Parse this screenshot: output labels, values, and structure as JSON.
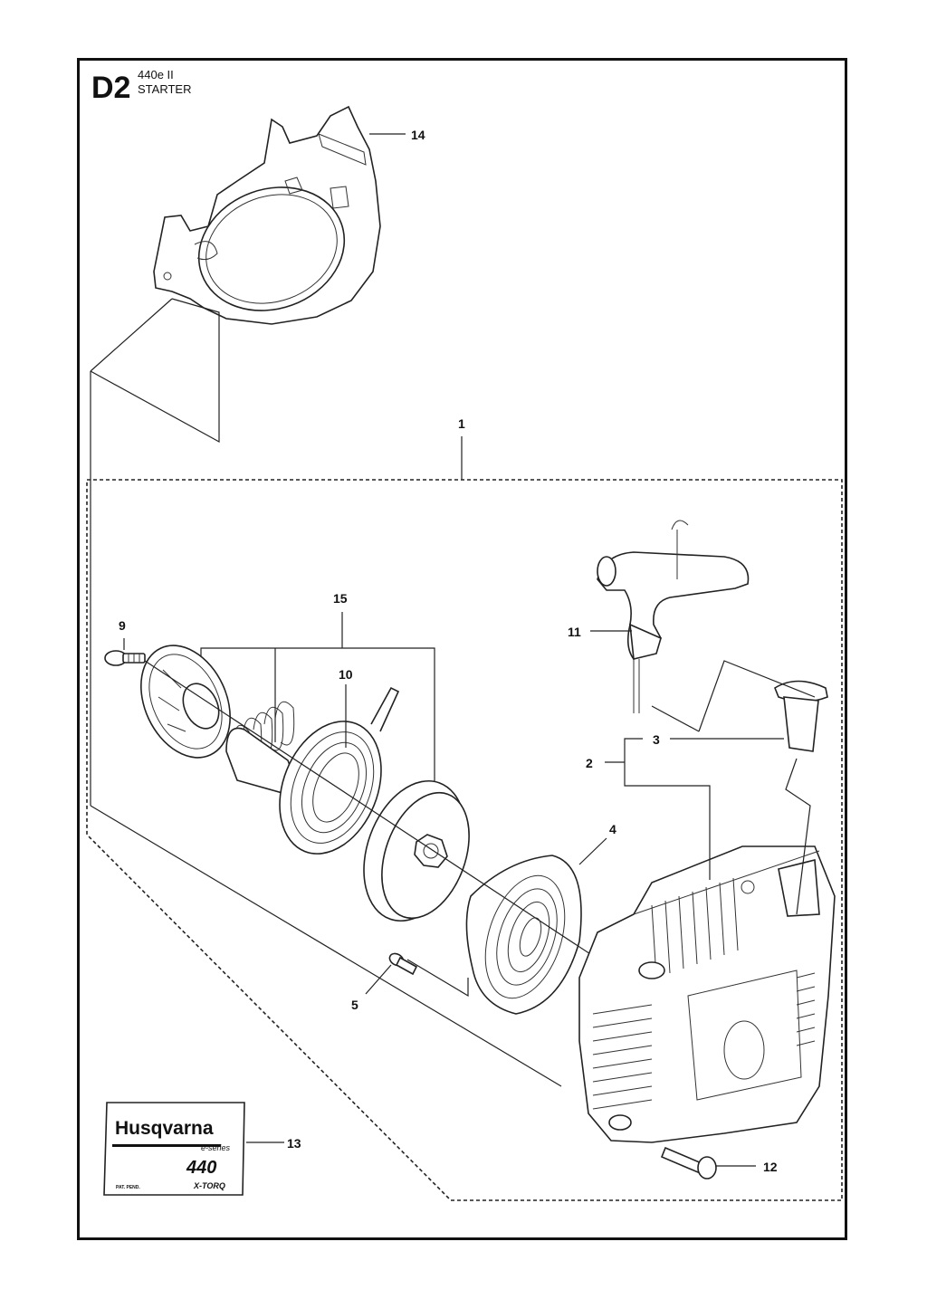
{
  "header": {
    "section_code": "D2",
    "model": "440e II",
    "title": "STARTER"
  },
  "callouts": {
    "c1": "1",
    "c2": "2",
    "c3": "3",
    "c4": "4",
    "c5": "5",
    "c9": "9",
    "c10": "10",
    "c11": "11",
    "c12": "12",
    "c13": "13",
    "c14": "14",
    "c15": "15"
  },
  "decal": {
    "brand": "Husqvarna",
    "series": "e-series",
    "model": "440",
    "pat": "PAT. PEND.",
    "tech": "X-TORQ"
  }
}
